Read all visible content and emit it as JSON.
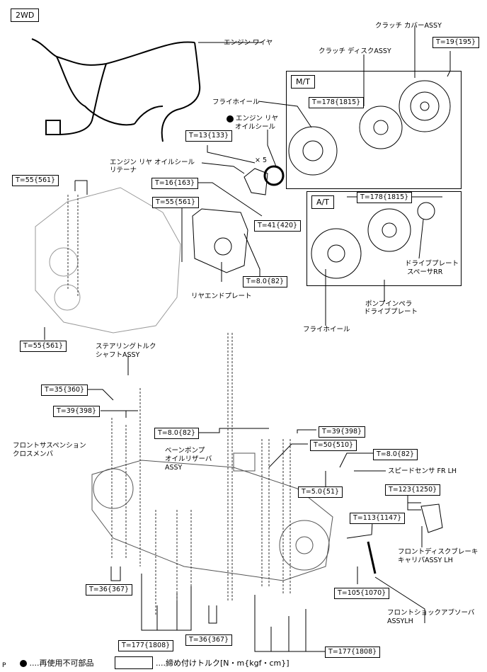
{
  "variant_tag": "2WD",
  "sections": {
    "mt": "M/T",
    "at": "A/T"
  },
  "parts": {
    "engine_wire": "エンジン ワイヤ",
    "clutch_cover": "クラッチ カバーASSY",
    "clutch_disc": "クラッチ ディスクASSY",
    "flywheel_mt": "フライホイール",
    "rear_oil_seal_l1": "エンジン リヤ",
    "rear_oil_seal_l2": "オイルシール",
    "rear_oil_seal_retainer_l1": "エンジン リヤ オイルシール",
    "rear_oil_seal_retainer_l2": "リテーナ",
    "qty_x5": "× 5",
    "rear_end_plate": "リヤエンドプレート",
    "drive_plate_spacer_l1": "ドライブプレート",
    "drive_plate_spacer_l2": "スペーサRR",
    "pump_impeller_l1": "ポンプインペラ",
    "pump_impeller_l2": "ドライブプレート",
    "flywheel_at": "フライホイール",
    "steering_shaft_l1": "ステアリングトルク",
    "steering_shaft_l2": "シャフトASSY",
    "crossmember_l1": "フロントサスペンション",
    "crossmember_l2": "クロスメンバ",
    "vane_pump_l1": "ベーンポンプ",
    "vane_pump_l2": "オイルリザーバ",
    "vane_pump_l3": "ASSY",
    "speed_sensor": "スピードセンサ FR LH",
    "caliper_l1": "フロントディスクブレーキ",
    "caliper_l2": "キャリパASSY LH",
    "shock_l1": "フロントショックアブソーバ",
    "shock_l2": "ASSYLH"
  },
  "torques": {
    "t19_195": "T=19{195}",
    "t178_1815_mt": "T=178{1815}",
    "t13_133": "T=13{133}",
    "t55_561_a": "T=55{561}",
    "t16_163": "T=16{163}",
    "t55_561_b": "T=55{561}",
    "t41_420": "T=41{420}",
    "t178_1815_at": "T=178{1815}",
    "t8_82_a": "T=8.0{82}",
    "t55_561_c": "T=55{561}",
    "t35_360": "T=35{360}",
    "t39_398_a": "T=39{398}",
    "t8_82_b": "T=8.0{82}",
    "t39_398_b": "T=39{398}",
    "t50_510": "T=50{510}",
    "t8_82_c": "T=8.0{82}",
    "t5_51": "T=5.0{51}",
    "t123_1250": "T=123{1250}",
    "t113_1147": "T=113{1147}",
    "t105_1070": "T=105{1070}",
    "t36_367_a": "T=36{367}",
    "t177_1808_a": "T=177{1808}",
    "t36_367_b": "T=36{367}",
    "t177_1808_b": "T=177{1808}"
  },
  "legend": {
    "marker": "P",
    "non_reusable": "....再使用不可部品",
    "torque": "....締め付けトルク[N・m{kgf・cm}]"
  }
}
